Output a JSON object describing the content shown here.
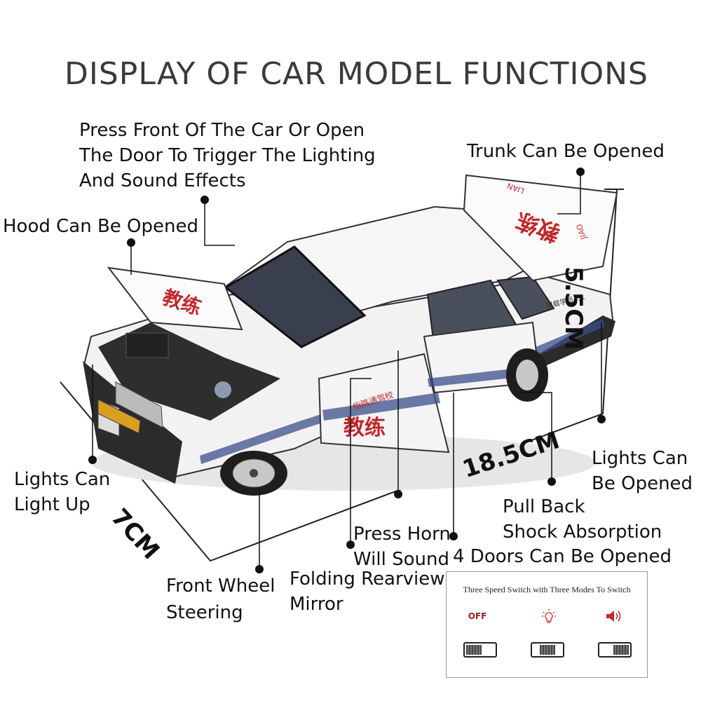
{
  "title": "DISPLAY OF CAR MODEL FUNCTIONS",
  "labels": {
    "lighting_line1": "Press Front Of The Car Or Open",
    "lighting_line2": "The Door To Trigger The Lighting",
    "lighting_line3": "And Sound Effects",
    "trunk": "Trunk Can Be Opened",
    "hood": "Hood Can Be Opened",
    "lights_up_line1": "Lights Can",
    "lights_up_line2": "Light Up",
    "lights_open_line1": "Lights Can",
    "lights_open_line2": "Be Opened",
    "pullback_line1": "Pull Back",
    "pullback_line2": "Shock Absorption",
    "horn_line1": "Press Horn",
    "horn_line2": "Will Sound",
    "doors": "4 Doors Can Be Opened",
    "steering_line1": "Front Wheel",
    "steering_line2": "Steering",
    "mirror_line1": "Folding Rearview",
    "mirror_line2": "Mirror"
  },
  "dimensions": {
    "height": "5.5CM",
    "length": "18.5CM",
    "width": "7CM"
  },
  "switch_panel": {
    "title": "Three Speed Switch with Three Modes To Switch",
    "off_label": "OFF",
    "light_icon": "bulb-icon",
    "sound_icon": "speaker-icon"
  },
  "car": {
    "hood_text": "教练",
    "door_text": "教练",
    "trunk_text": "教练",
    "trunk_pinyin_top": "LIAN",
    "trunk_pinyin_bottom": "JIAO",
    "door_arc_text": "指路通驾校",
    "rear_side_text": "限载学员4人",
    "colors": {
      "body": "#f2f2f2",
      "accent_red": "#c0282d",
      "check_blue": "#3b4f8c",
      "plate": "#d9a020"
    }
  }
}
